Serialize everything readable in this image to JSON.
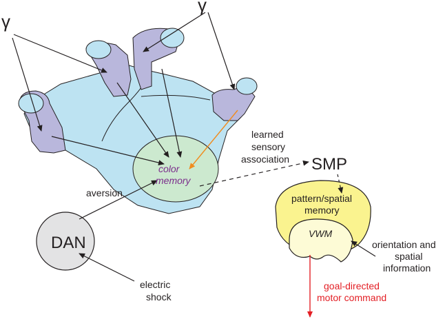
{
  "labels": {
    "gamma_left": "γ",
    "gamma_top_right": "γ",
    "color_memory_line1": "color",
    "color_memory_line2": "memory",
    "learned_line1": "learned",
    "learned_line2": "sensory",
    "learned_line3": "association",
    "smp": "SMP",
    "aversion": "aversion",
    "dan": "DAN",
    "pattern_line1": "pattern/spatial",
    "pattern_line2": "memory",
    "vwm": "VWM",
    "orientation_line1": "orientation and",
    "orientation_line2": "spatial",
    "orientation_line3": "information",
    "electric_line1": "electric",
    "electric_line2": "shock",
    "goal_line1": "goal-directed",
    "goal_line2": "motor command"
  },
  "colors": {
    "mushroom_body": "#bde3f2",
    "lobe": "#b9b7dc",
    "color_memory_region": "#cce9cf",
    "color_memory_text": "#7b2d8b",
    "dan_fill": "#e3e3e4",
    "pattern_memory": "#faf38f",
    "vwm_fill": "#fdfbd6",
    "orange_arrow": "#f08c1f",
    "red_arrow": "#e31e24",
    "ink": "#231f20"
  }
}
